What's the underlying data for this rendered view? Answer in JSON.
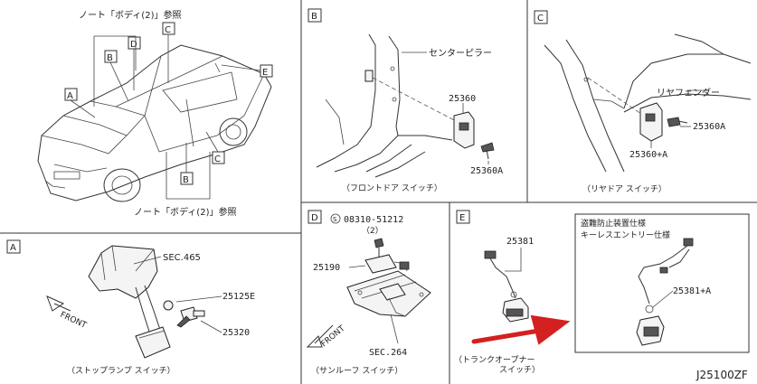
{
  "overview": {
    "top_ref_note": "ノート「ボディ(2)」参照",
    "bottom_ref_note": "ノート「ボディ(2)」参照",
    "callouts": {
      "A": "A",
      "B1": "B",
      "B2": "B",
      "C1": "C",
      "C2": "C",
      "D": "D",
      "E": "E"
    }
  },
  "panel_a": {
    "tag": "A",
    "sec": "SEC.465",
    "part1": "25125E",
    "part2": "25320",
    "front": "FRONT",
    "caption": "（ストップランプ スイッチ）"
  },
  "panel_b": {
    "tag": "B",
    "pillar": "センターピラー",
    "part1": "25360",
    "part2": "25360A",
    "caption": "（フロントドア スイッチ）"
  },
  "panel_c": {
    "tag": "C",
    "fender": "リヤフェンダー",
    "part1": "25360A",
    "part2": "25360+A",
    "caption": "（リヤドア スイッチ）"
  },
  "panel_d": {
    "tag": "D",
    "screw_code": "08310-51212",
    "screw_qty": "（2）",
    "part1": "25190",
    "sec": "SEC.264",
    "front": "FRONT",
    "caption": "（サンルーフ スイッチ）"
  },
  "panel_e": {
    "tag": "E",
    "part1": "25381",
    "box_title1": "盗難防止装置仕様",
    "box_title2": "キーレスエントリー仕様",
    "part2": "25381+A",
    "caption1": "（トランクオープナー",
    "caption2": "スイッチ）"
  },
  "diagram_code": "J25100ZF",
  "colors": {
    "arrow": "#d42020",
    "line": "#333333"
  }
}
